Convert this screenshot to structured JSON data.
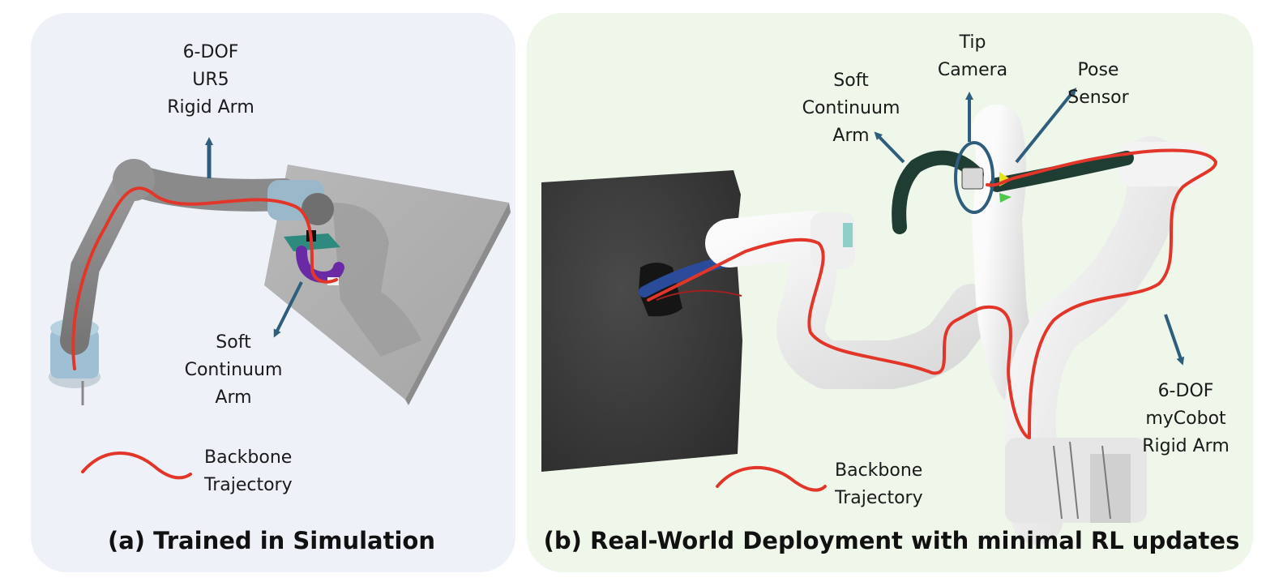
{
  "panel_a": {
    "caption": "(a) Trained in Simulation",
    "rigid_arm_label": "6-DOF\nUR5\nRigid Arm",
    "soft_arm_label": "Soft\nContinuum\nArm",
    "legend_label": "Backbone\nTrajectory"
  },
  "panel_b": {
    "caption": "(b) Real-World Deployment with minimal RL updates",
    "soft_arm_label": "Soft\nContinuum\nArm",
    "tip_camera_label": "Tip\nCamera",
    "pose_sensor_label": "Pose\nSensor",
    "rigid_arm_label": "6-DOF\nmyCobot\nRigid Arm",
    "legend_label": "Backbone\nTrajectory"
  },
  "colors": {
    "panel_a_bg": "#eef2f8",
    "panel_b_bg": "#eff7ea",
    "trajectory": "#e2362a",
    "arrow": "#2f5e7d"
  }
}
